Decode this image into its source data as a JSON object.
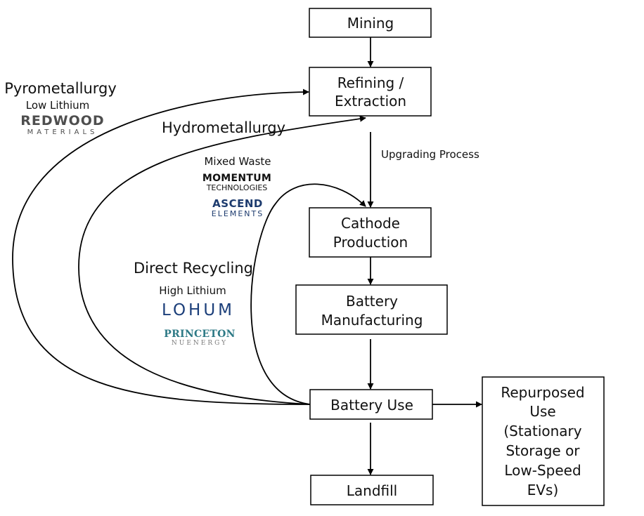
{
  "boxes": {
    "mining": "Mining",
    "refining_line1": "Refining /",
    "refining_line2": "Extraction",
    "cathode_line1": "Cathode",
    "cathode_line2": "Production",
    "battery_mfg_line1": "Battery",
    "battery_mfg_line2": "Manufacturing",
    "battery_use": "Battery Use",
    "landfill": "Landfill",
    "repurposed_lines": [
      "Repurposed",
      "Use",
      "(Stationary",
      "Storage or",
      "Low-Speed",
      "EVs)"
    ]
  },
  "labels": {
    "upgrading_process": "Upgrading Process",
    "pyrometallurgy": "Pyrometallurgy",
    "low_lithium": "Low Lithium",
    "hydrometallurgy": "Hydrometallurgy",
    "mixed_waste": "Mixed Waste",
    "direct_recycling": "Direct Recycling",
    "high_lithium": "High Lithium"
  },
  "logos": {
    "redwood": {
      "line1": "REDWOOD",
      "line2": "MATERIALS",
      "color": "#4e4e4e"
    },
    "momentum": {
      "line1": "MOMENTUM",
      "line2": "TECHNOLOGIES",
      "color": "#111111"
    },
    "ascend": {
      "line1": "ASCEND",
      "line2": "ELEMENTS",
      "color": "#1d3b6e"
    },
    "lohum": {
      "line1": "LOHUM",
      "color": "#1c3f7a"
    },
    "princeton": {
      "line1": "PRINCETON",
      "line2": "NUENERGY",
      "color": "#2e7a86"
    }
  }
}
